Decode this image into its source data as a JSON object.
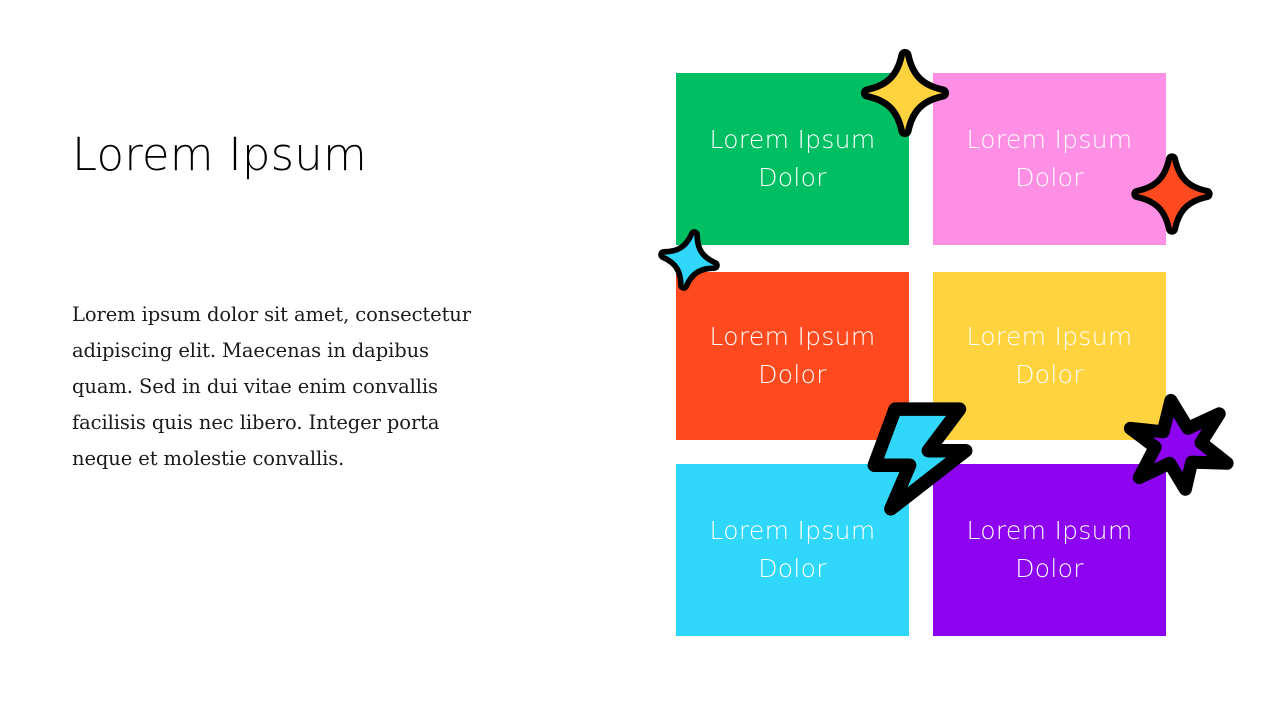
{
  "slide": {
    "background_color": "#ffffff",
    "title": "Lorem Ipsum",
    "body_text": "Lorem ipsum dolor sit amet, consectetur adipiscing elit. Maecenas in dapibus quam. Sed in dui vitae enim convallis facilisis quis nec libero. Integer porta neque et molestie convallis."
  },
  "grid": {
    "columns": 2,
    "rows": 3,
    "tiles": [
      {
        "id": "tile-1",
        "label": "Lorem Ipsum Dolor",
        "color": "#00BF63",
        "text_color": "#ffffff",
        "row": 1,
        "col": 1
      },
      {
        "id": "tile-2",
        "label": "Lorem Ipsum Dolor",
        "color": "#FF8FE5",
        "text_color": "#ffffff",
        "row": 1,
        "col": 2
      },
      {
        "id": "tile-3",
        "label": "Lorem Ipsum Dolor",
        "color": "#FF4A1F",
        "text_color": "#ffffff",
        "row": 2,
        "col": 1
      },
      {
        "id": "tile-4",
        "label": "Lorem Ipsum Dolor",
        "color": "#FFD33D",
        "text_color": "#ffffff",
        "row": 2,
        "col": 2
      },
      {
        "id": "tile-5",
        "label": "Lorem Ipsum Dolor",
        "color": "#2FD8FB",
        "text_color": "#ffffff",
        "row": 3,
        "col": 1
      },
      {
        "id": "tile-6",
        "label": "Lorem Ipsum Dolor",
        "color": "#8C04F0",
        "text_color": "#ffffff",
        "row": 3,
        "col": 2
      }
    ]
  },
  "stickers": [
    {
      "id": "sparkle-yellow",
      "icon": "four-point-sparkle-icon",
      "fill": "#FFD33D",
      "outline": "#000000"
    },
    {
      "id": "sparkle-orange",
      "icon": "four-point-sparkle-icon",
      "fill": "#FF4A1F",
      "outline": "#000000"
    },
    {
      "id": "sparkle-cyan",
      "icon": "four-point-sparkle-icon",
      "fill": "#2FD8FB",
      "outline": "#000000"
    },
    {
      "id": "bolt-cyan",
      "icon": "lightning-bolt-icon",
      "fill": "#2FD8FB",
      "outline": "#000000"
    },
    {
      "id": "star-purple",
      "icon": "six-point-star-icon",
      "fill": "#8C04F0",
      "outline": "#000000"
    }
  ]
}
